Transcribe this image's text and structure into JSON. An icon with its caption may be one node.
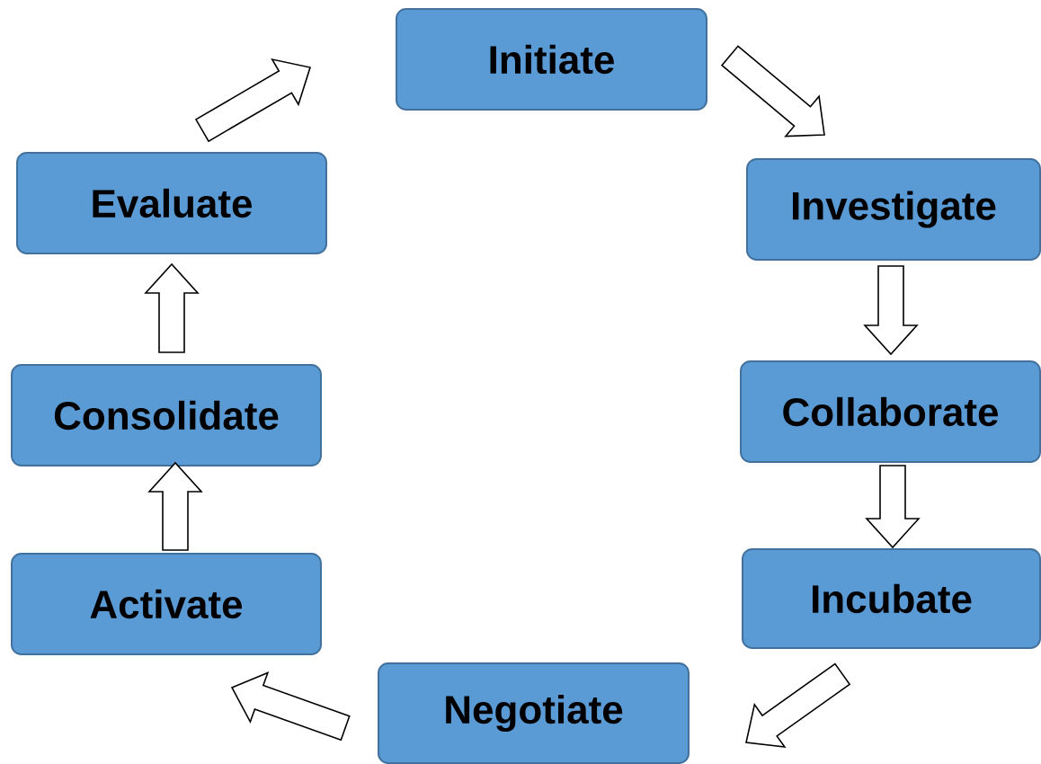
{
  "diagram": {
    "nodes": [
      {
        "text": [
          "Initiate"
        ]
      },
      {
        "text": [
          "Investigate"
        ]
      },
      {
        "text": [
          "Collaborate"
        ]
      },
      {
        "text": [
          "Incubate"
        ]
      },
      {
        "text": [
          "Negotiate"
        ]
      },
      {
        "text": [
          "Activate"
        ]
      },
      {
        "text": [
          "Consolidate"
        ]
      },
      {
        "text": [
          "Evaluate"
        ]
      }
    ],
    "edges": [
      {
        "from": 0,
        "to": 1,
        "arrow": "to"
      },
      {
        "from": 1,
        "to": 2,
        "arrow": "to"
      },
      {
        "from": 2,
        "to": 3,
        "arrow": "to"
      },
      {
        "from": 3,
        "to": 4,
        "arrow": "to"
      },
      {
        "from": 4,
        "to": 5,
        "arrow": "to"
      },
      {
        "from": 5,
        "to": 6,
        "arrow": "to"
      },
      {
        "from": 6,
        "to": 7,
        "arrow": "to"
      },
      {
        "from": 7,
        "to": 0,
        "arrow": "to"
      }
    ]
  }
}
